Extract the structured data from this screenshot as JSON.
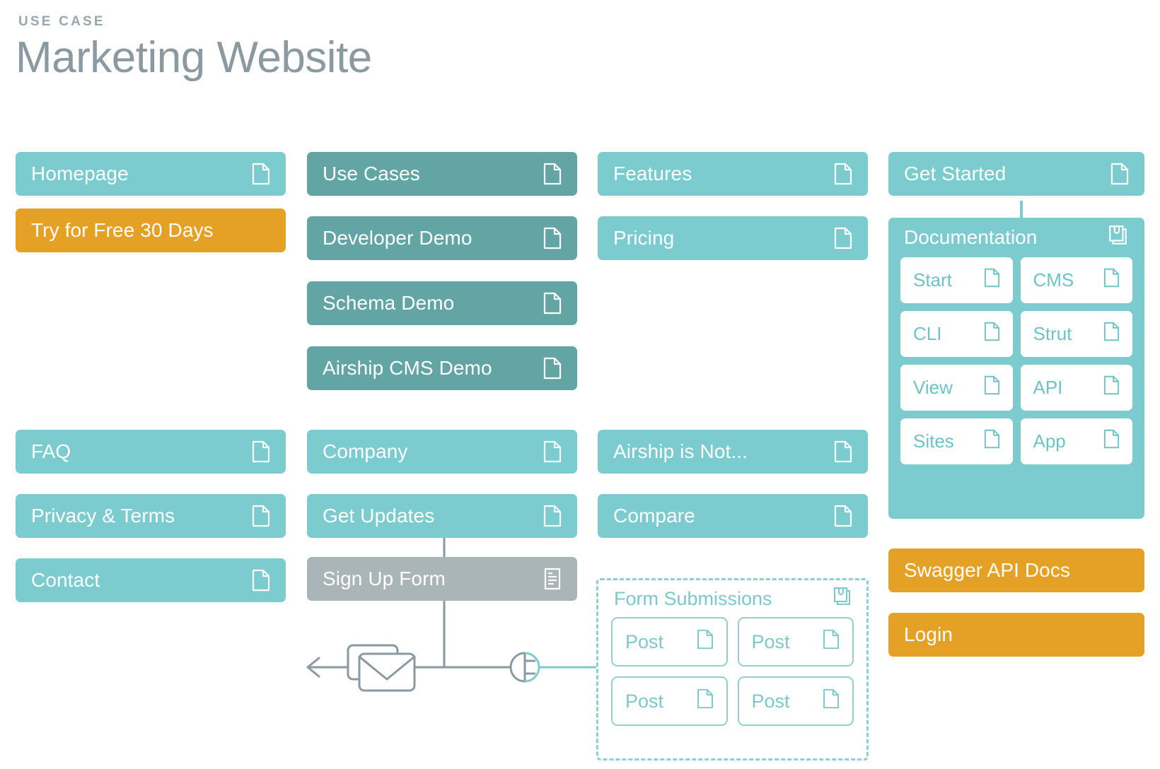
{
  "header": {
    "eyebrow": "USE CASE",
    "title": "Marketing Website"
  },
  "colors": {
    "teal": "#7ccbce",
    "dark_teal": "#62a5a4",
    "orange": "#e5a126",
    "gray": "#a9b5b6",
    "title_gray": "#8b9aa1",
    "doc_text_teal": "#6fc3c7"
  },
  "columns": [
    {
      "name": "column-1",
      "groups": [
        {
          "nodes": [
            {
              "label": "Homepage",
              "style": "teal",
              "icon": "document-icon"
            },
            {
              "label": "Try for Free 30 Days",
              "style": "orange",
              "icon": "none"
            }
          ]
        },
        {
          "nodes": [
            {
              "label": "FAQ",
              "style": "teal",
              "icon": "document-icon"
            },
            {
              "label": "Privacy & Terms",
              "style": "teal",
              "icon": "document-icon"
            },
            {
              "label": "Contact",
              "style": "teal",
              "icon": "document-icon"
            }
          ]
        }
      ]
    },
    {
      "name": "column-2",
      "groups": [
        {
          "nodes": [
            {
              "label": "Use Cases",
              "style": "dark-teal",
              "icon": "document-icon"
            },
            {
              "label": "Developer Demo",
              "style": "dark-teal",
              "icon": "document-icon"
            },
            {
              "label": "Schema Demo",
              "style": "dark-teal",
              "icon": "document-icon"
            },
            {
              "label": "Airship CMS Demo",
              "style": "dark-teal",
              "icon": "document-icon"
            }
          ]
        },
        {
          "nodes": [
            {
              "label": "Company",
              "style": "teal",
              "icon": "document-icon"
            },
            {
              "label": "Get Updates",
              "style": "teal",
              "icon": "document-icon"
            },
            {
              "label": "Sign Up Form",
              "style": "gray",
              "icon": "form-icon"
            }
          ]
        }
      ]
    },
    {
      "name": "column-3",
      "groups": [
        {
          "nodes": [
            {
              "label": "Features",
              "style": "teal",
              "icon": "document-icon"
            },
            {
              "label": "Pricing",
              "style": "teal",
              "icon": "document-icon"
            }
          ]
        },
        {
          "nodes": [
            {
              "label": "Airship is Not...",
              "style": "teal",
              "icon": "document-icon"
            },
            {
              "label": "Compare",
              "style": "teal",
              "icon": "document-icon"
            }
          ]
        }
      ]
    },
    {
      "name": "column-4",
      "groups": [
        {
          "nodes": [
            {
              "label": "Get Started",
              "style": "teal",
              "icon": "document-icon"
            }
          ]
        },
        {
          "nodes": [
            {
              "label": "Swagger API Docs",
              "style": "orange",
              "icon": "none"
            },
            {
              "label": "Login",
              "style": "orange",
              "icon": "none"
            }
          ]
        }
      ]
    }
  ],
  "nodes": {
    "homepage": {
      "label": "Homepage",
      "icon": "document-icon"
    },
    "try_free": {
      "label": "Try for Free 30 Days",
      "icon": "none"
    },
    "faq": {
      "label": "FAQ",
      "icon": "document-icon"
    },
    "privacy_terms": {
      "label": "Privacy & Terms",
      "icon": "document-icon"
    },
    "contact": {
      "label": "Contact",
      "icon": "document-icon"
    },
    "use_cases": {
      "label": "Use Cases",
      "icon": "document-icon"
    },
    "developer_demo": {
      "label": "Developer Demo",
      "icon": "document-icon"
    },
    "schema_demo": {
      "label": "Schema Demo",
      "icon": "document-icon"
    },
    "airship_cms_demo": {
      "label": "Airship CMS Demo",
      "icon": "document-icon"
    },
    "company": {
      "label": "Company",
      "icon": "document-icon"
    },
    "get_updates": {
      "label": "Get Updates",
      "icon": "document-icon"
    },
    "sign_up_form": {
      "label": "Sign Up Form",
      "icon": "form-icon"
    },
    "features": {
      "label": "Features",
      "icon": "document-icon"
    },
    "pricing": {
      "label": "Pricing",
      "icon": "document-icon"
    },
    "airship_is_not": {
      "label": "Airship is Not...",
      "icon": "document-icon"
    },
    "compare": {
      "label": "Compare",
      "icon": "document-icon"
    },
    "get_started": {
      "label": "Get Started",
      "icon": "document-icon"
    },
    "swagger_api_docs": {
      "label": "Swagger API Docs",
      "icon": "none"
    },
    "login": {
      "label": "Login",
      "icon": "none"
    }
  },
  "documentation": {
    "title": "Documentation",
    "icon": "documents-collection-icon",
    "items": [
      {
        "label": "Start",
        "icon": "document-icon"
      },
      {
        "label": "CMS",
        "icon": "document-icon"
      },
      {
        "label": "CLI",
        "icon": "document-icon"
      },
      {
        "label": "Strut",
        "icon": "document-icon"
      },
      {
        "label": "View",
        "icon": "document-icon"
      },
      {
        "label": "API",
        "icon": "document-icon"
      },
      {
        "label": "Sites",
        "icon": "document-icon"
      },
      {
        "label": "App",
        "icon": "document-icon"
      }
    ]
  },
  "form_submissions": {
    "title": "Form Submissions",
    "icon": "documents-collection-icon",
    "posts": [
      {
        "label": "Post",
        "icon": "document-icon"
      },
      {
        "label": "Post",
        "icon": "document-icon"
      },
      {
        "label": "Post",
        "icon": "document-icon"
      },
      {
        "label": "Post",
        "icon": "document-icon"
      }
    ]
  },
  "flow": {
    "email_icon": "envelope-stack-icon",
    "arrow_icon": "arrow-left-icon",
    "plug_icon": "plug-connector-icon"
  }
}
